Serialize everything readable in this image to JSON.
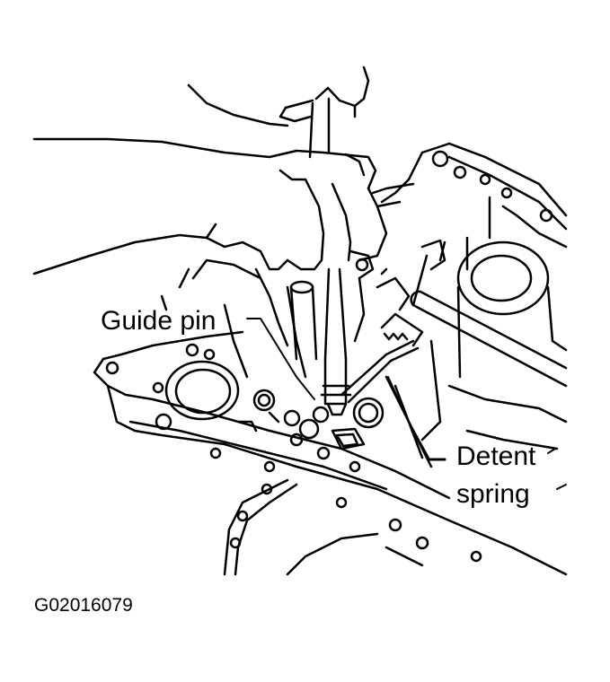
{
  "labels": {
    "guide_pin": "Guide pin",
    "detent_spring_line1": "Detent",
    "detent_spring_line2": "spring"
  },
  "figure_id": "G02016079",
  "colors": {
    "ink": "#000000",
    "paper": "#ffffff"
  }
}
